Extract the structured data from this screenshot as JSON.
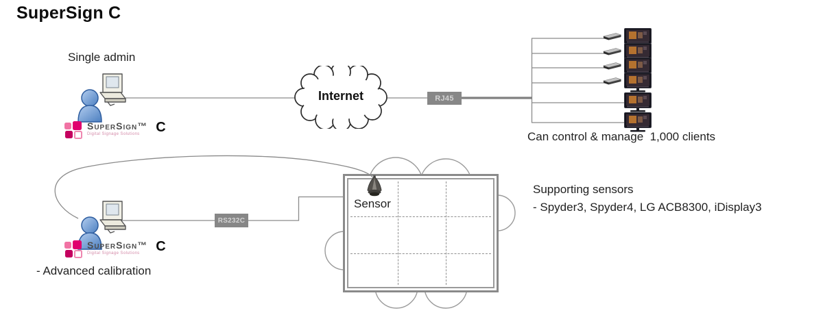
{
  "title": "SuperSign C",
  "admin_top": {
    "label": "Single admin"
  },
  "logo": {
    "brand": "SuperSign™",
    "tagline": "Digital Signage Solutions",
    "product": "C"
  },
  "internet": {
    "label": "Internet"
  },
  "connections": {
    "rj45": "RJ45",
    "rs232c": "RS232C"
  },
  "clients": {
    "caption": "Can control & manage  1,000 clients"
  },
  "videowall": {
    "sensor_label": "Sensor"
  },
  "sensors": {
    "line1": "Supporting sensors",
    "line2": "- Spyder3, Spyder4, LG ACB8300, iDisplay3"
  },
  "admin_bottom": {
    "note": "- Advanced calibration"
  },
  "colors": {
    "accent_pink": "#e0006e",
    "connector_gray": "#8a8a8a",
    "label_box_gray": "#878787",
    "cloud_outline": "#2b2b2b"
  }
}
